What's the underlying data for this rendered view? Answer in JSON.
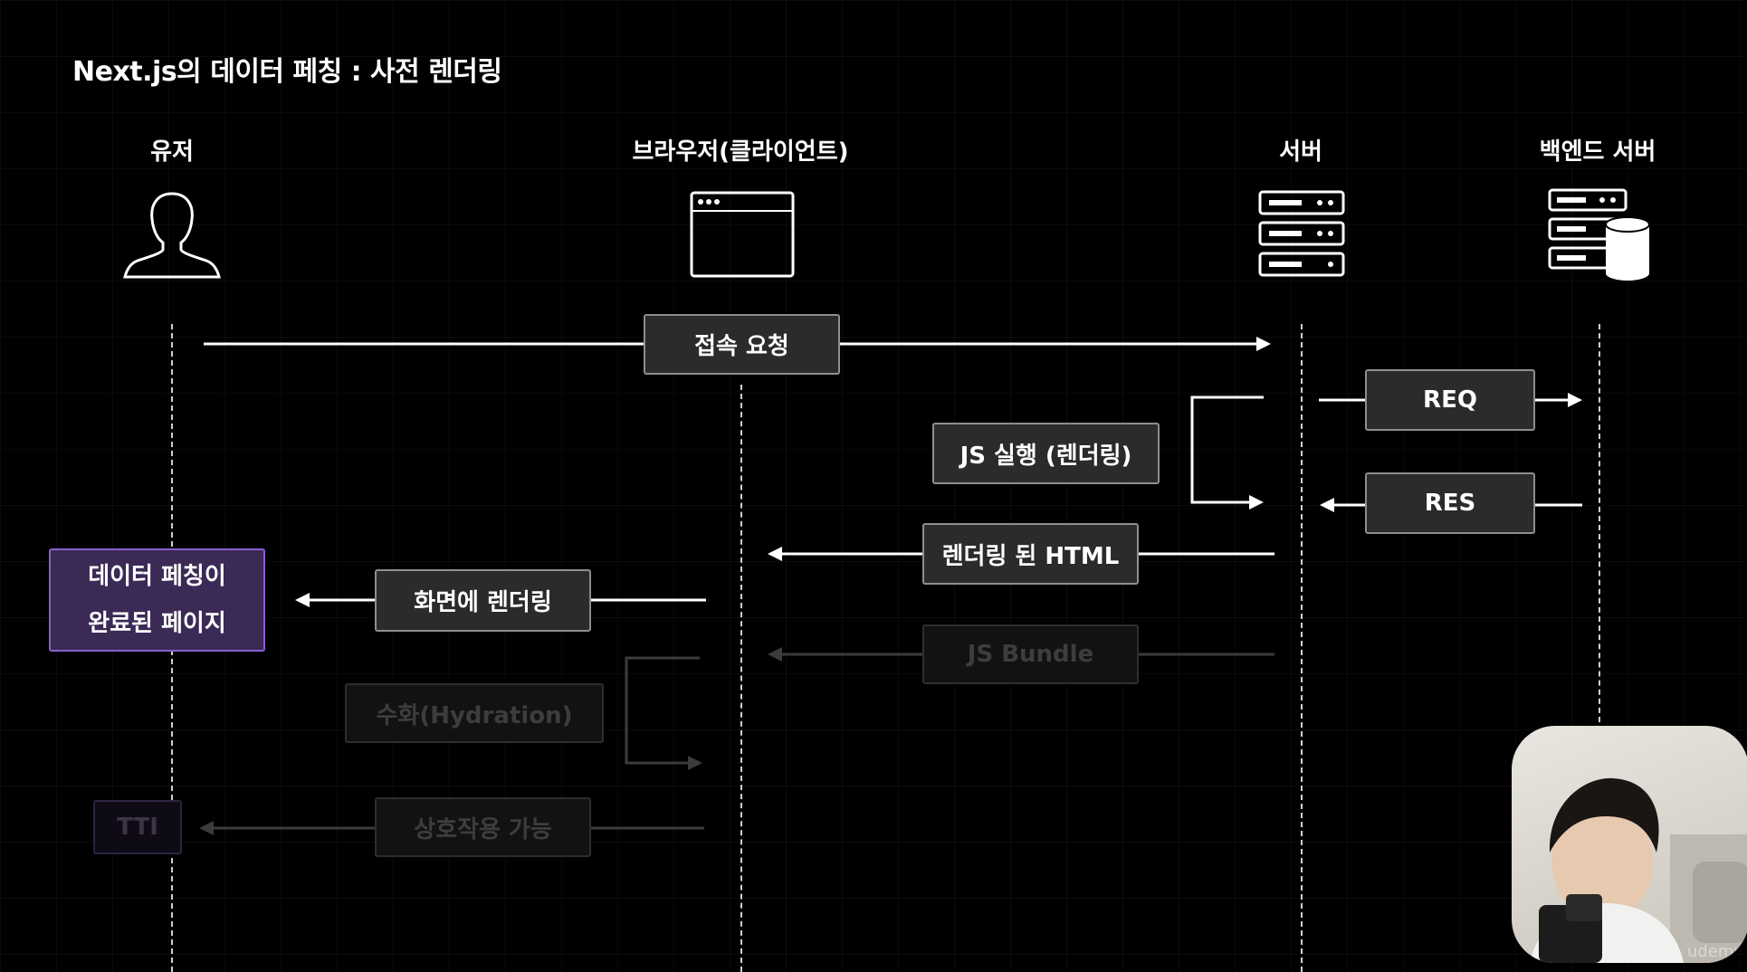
{
  "title": "Next.js의 데이터 페칭 : 사전 렌더링",
  "actors": {
    "user": "유저",
    "browser": "브라우저(클라이언트)",
    "server": "서버",
    "backend": "백엔드 서버"
  },
  "steps": {
    "connect_request": "접속 요청",
    "js_execute": "JS 실행 (렌더링)",
    "req": "REQ",
    "res": "RES",
    "rendered_html": "렌더링 된 HTML",
    "render_to_screen": "화면에 렌더링",
    "js_bundle": "JS Bundle",
    "hydration": "수화(Hydration)",
    "interactive": "상호작용 가능",
    "tti": "TTI"
  },
  "result": {
    "line1": "데이터 페칭이",
    "line2": "완료된 페이지"
  },
  "watermark": "udemy",
  "colors": {
    "background": "#000000",
    "box_fill": "#2b2b2b",
    "result_fill": "#3a2a55",
    "result_border": "#8b5fcf"
  }
}
